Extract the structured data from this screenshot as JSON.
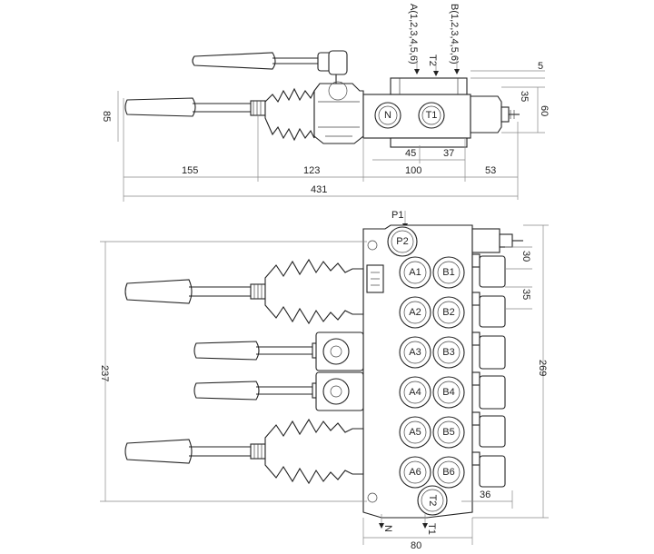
{
  "top_view": {
    "labels": {
      "a_port_group": "A(1,2,3,4,5,6)",
      "b_port_group": "B(1,2,3,4,5,6)",
      "t2": "T2",
      "n": "N",
      "t1": "T1"
    },
    "dims": {
      "d155": "155",
      "d123": "123",
      "d100": "100",
      "d53": "53",
      "d431": "431",
      "d45": "45",
      "d37": "37",
      "d85": "85",
      "d5": "5",
      "d35": "35",
      "d60": "60"
    }
  },
  "front_view": {
    "labels": {
      "p1": "P1",
      "p2": "P2",
      "t2": "T2",
      "n": "N",
      "t1": "T1",
      "a_ports": [
        "A1",
        "A2",
        "A3",
        "A4",
        "A5",
        "A6"
      ],
      "b_ports": [
        "B1",
        "B2",
        "B3",
        "B4",
        "B5",
        "B6"
      ]
    },
    "dims": {
      "d30": "30",
      "d35": "35",
      "d237": "237",
      "d269": "269",
      "d36": "36",
      "d80": "80"
    }
  }
}
